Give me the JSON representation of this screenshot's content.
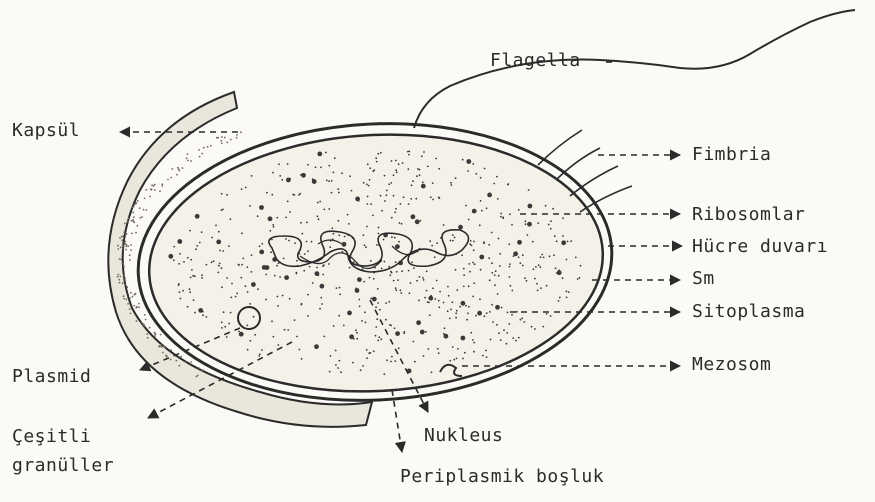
{
  "labels": {
    "flagella": "Flagella",
    "kapsul": "Kapsül",
    "fimbria": "Fimbria",
    "ribosomlar": "Ribosomlar",
    "hucre_duvari": "Hücre duvarı",
    "sm": "Sm",
    "sitoplasma": "Sitoplasma",
    "plasmid": "Plasmid",
    "mezosom": "Mezosom",
    "cesitli": "Çeşitli",
    "granuller": "granüller",
    "nukleus": "Nukleus",
    "periplasmik": "Periplasmik boşluk"
  },
  "colors": {
    "ink": "#2b2b2b",
    "paper": "#fbfaf6",
    "capsule_fill": "#e9e6dc"
  }
}
